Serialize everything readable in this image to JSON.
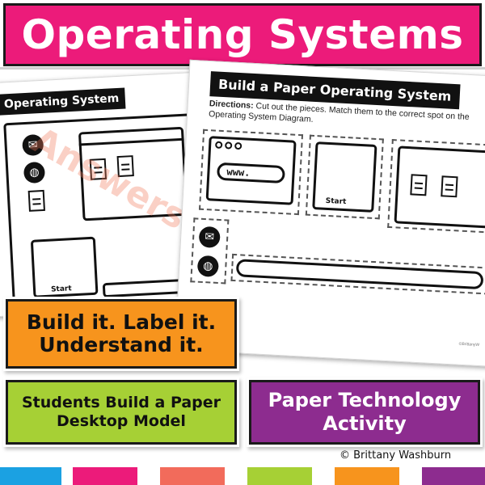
{
  "banner": {
    "title": "Operating Systems"
  },
  "left_page": {
    "title": "Operating System",
    "watermark": "Answers",
    "start_label": "Start",
    "icons": [
      "mail-icon",
      "globe-icon",
      "document-icon"
    ]
  },
  "right_page": {
    "title": "Build a Paper Operating System",
    "directions_label": "Directions:",
    "directions_text": "Cut out the pieces. Match them to the correct spot on the Operating System Diagram.",
    "browser_url": "www.",
    "start_label": "Start",
    "credit": "©BrittanyW"
  },
  "taglines": {
    "orange": [
      "Build it. Label it.",
      "Understand it."
    ],
    "green": [
      "Students Build a Paper",
      "Desktop Model"
    ],
    "purple": [
      "Paper Technology",
      "Activity"
    ]
  },
  "copyright": "© Brittany Washburn",
  "colors": {
    "pink": "#ec1b7a",
    "orange": "#f7941d",
    "green": "#a6d035",
    "purple": "#8d2c8f",
    "coral": "#f26b5b",
    "blue": "#1ba1e2"
  },
  "color_strip": [
    "#1ba1e2",
    "#ec1b7a",
    "#f26b5b",
    "#a6d035",
    "#f7941d",
    "#8d2c8f"
  ]
}
